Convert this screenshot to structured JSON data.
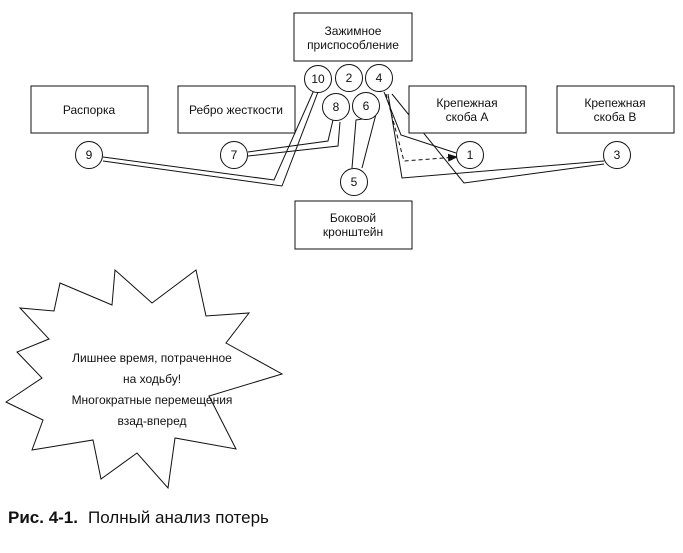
{
  "stations": {
    "fixture": [
      "Зажимное",
      "приспособление"
    ],
    "spacer": [
      "Распорка"
    ],
    "rib": [
      "Ребро жесткости"
    ],
    "bracket_a": [
      "Крепежная",
      "скоба А"
    ],
    "bracket_b": [
      "Крепежная",
      "скоба В"
    ],
    "side_bracket": [
      "Боковой",
      "кронштейн"
    ]
  },
  "steps": [
    "1",
    "2",
    "3",
    "4",
    "5",
    "6",
    "7",
    "8",
    "9",
    "10"
  ],
  "callout": [
    "Лишнее время, потраченное",
    "на ходьбу!",
    "Многократные перемещения",
    "взад-вперед"
  ],
  "caption": {
    "number": "Рис. 4-1.",
    "title": "Полный анализ потерь"
  },
  "colors": {
    "line": "#111111",
    "background": "#ffffff"
  }
}
